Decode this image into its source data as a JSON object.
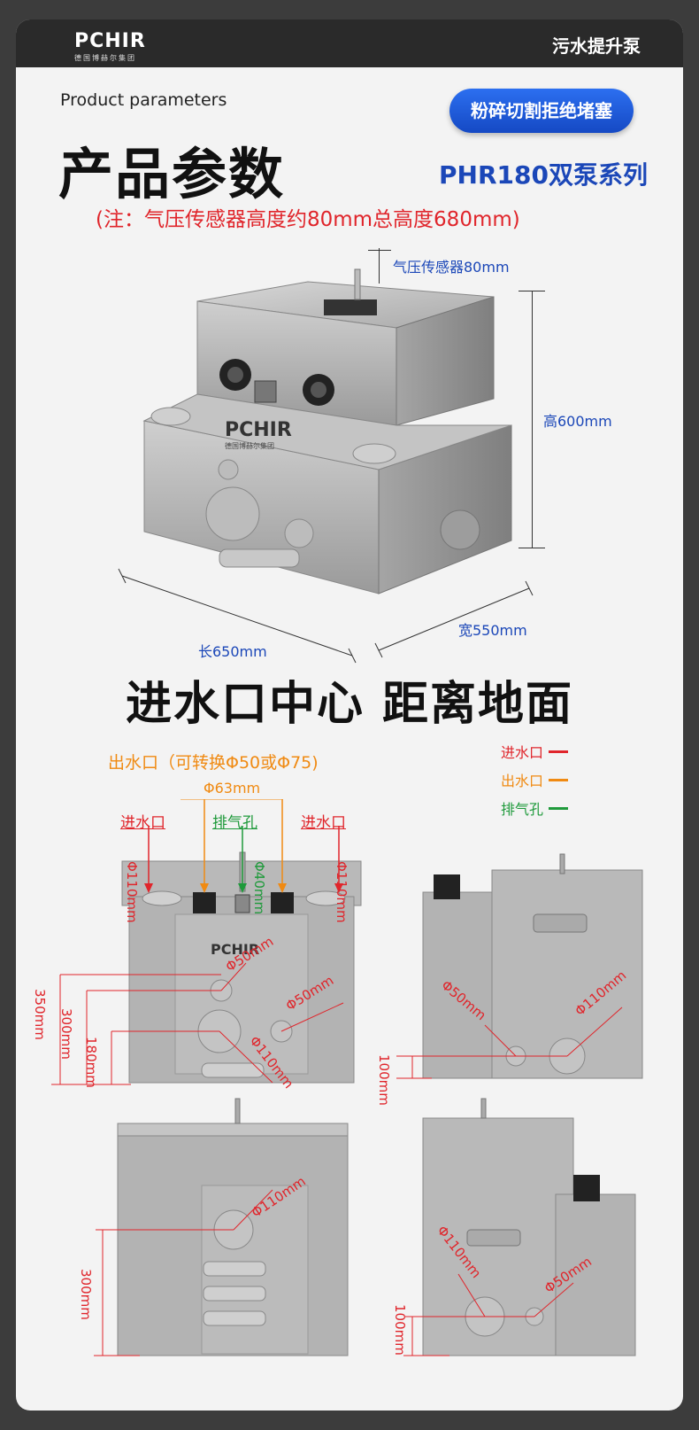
{
  "header": {
    "logo": "PCHIR",
    "logo_sub": "德国博赫尔集团",
    "product_name": "污水提升泵"
  },
  "intro": {
    "subtitle_en": "Product parameters",
    "title_cn": "产品参数",
    "badge": "粉碎切割拒绝堵塞",
    "series": "PHR180双泵系列",
    "note": "(注：气压传感器高度约80mm总高度680mm)"
  },
  "main_pump": {
    "brand_plate": "PCHIR",
    "brand_plate_sub": "德国博赫尔集团",
    "sensor_label": "气压传感器80mm",
    "height_label": "高600mm",
    "width_label": "宽550mm",
    "length_label": "长650mm"
  },
  "section2": {
    "title": "进水口中心 距离地面"
  },
  "legend": {
    "items": [
      {
        "label": "进水口",
        "color": "#e0252b"
      },
      {
        "label": "出水口",
        "color": "#f08a12"
      },
      {
        "label": "排气孔",
        "color": "#1f9a3b"
      }
    ]
  },
  "front_view": {
    "outlet_label": "出水口（可转换Φ50或Φ75)",
    "outlet_dia": "Φ63mm",
    "inlet_left": "进水口",
    "inlet_right": "进水口",
    "vent": "排气孔",
    "inlet_left_dia": "Φ110mm",
    "inlet_right_dia": "Φ110mm",
    "vent_dia": "Φ40mm",
    "brand": "PCHIR",
    "d1": "Φ50mm",
    "d2": "Φ50mm",
    "d3": "Φ110mm",
    "h350": "350mm",
    "h300": "300mm",
    "h180": "180mm"
  },
  "side_view": {
    "d1": "Φ50mm",
    "d2": "Φ110mm",
    "h100": "100mm"
  },
  "back_view": {
    "d1": "Φ110mm",
    "h300": "300mm"
  },
  "side_view2": {
    "d1": "Φ110mm",
    "d2": "Φ50mm",
    "h100": "100mm"
  }
}
